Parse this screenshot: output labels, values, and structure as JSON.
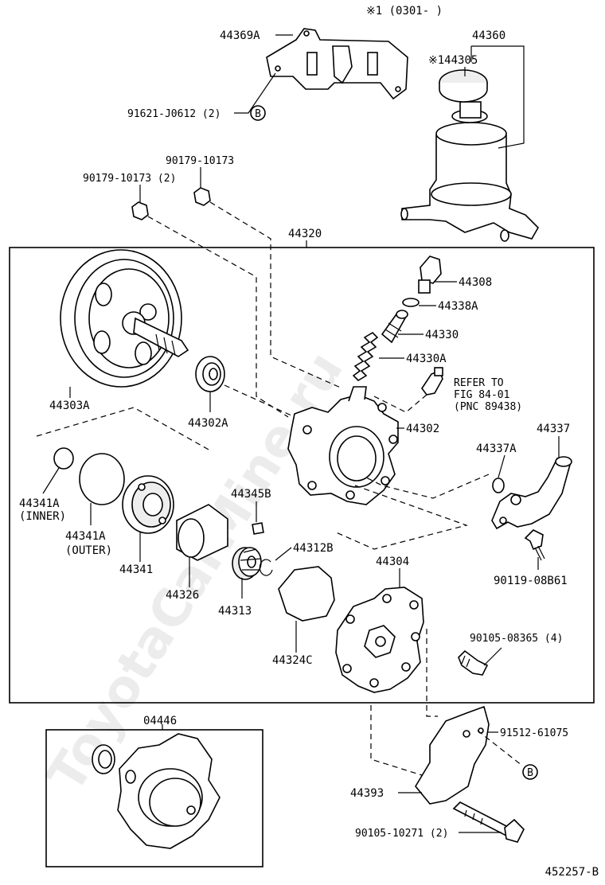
{
  "watermark": "ToyotaCarMine.ru",
  "frame_labels": {
    "main_assembly": "44320",
    "gasket_kit": "04446"
  },
  "callouts": {
    "production_note": "※1 (0301-       )",
    "bracket": "44369A",
    "clip_bolt": "91621-J0612 (2)",
    "ref_b_top": "B",
    "nut_single": "90179-10173",
    "nut_pair": "90179-10173 (2)",
    "reservoir": "44360",
    "reservoir_cap": "※144305",
    "pulley": "44303A",
    "bearing": "44302A",
    "valve_fitting": "44308",
    "o_ring_valve": "44338A",
    "flow_valve": "44330",
    "valve_spring": "44330A",
    "refer_line1": "REFER TO",
    "refer_line2": "FIG 84-01",
    "refer_line3": "(PNC 89438)",
    "front_housing": "44302",
    "union": "44337",
    "union_o_ring": "44337A",
    "union_bolt": "90119-08B61",
    "o_ring_inner": "44341A",
    "o_ring_inner_note": "(INNER)",
    "o_ring_outer": "44341A",
    "o_ring_outer_note": "(OUTER)",
    "side_plate": "44341",
    "cam_ring": "44326",
    "pin": "44345B",
    "rotor": "44313",
    "snap_ring": "44312B",
    "gasket": "44324C",
    "rear_housing": "44304",
    "housing_bolt": "90105-08365 (4)",
    "stay_bolt_small": "91512-61075",
    "ref_b_bottom": "B",
    "stay": "44393",
    "stay_bolt_long": "90105-10271 (2)",
    "figure_number": "452257-B"
  },
  "icons": {
    "ref_marker": "circled-letter-B-icon"
  }
}
